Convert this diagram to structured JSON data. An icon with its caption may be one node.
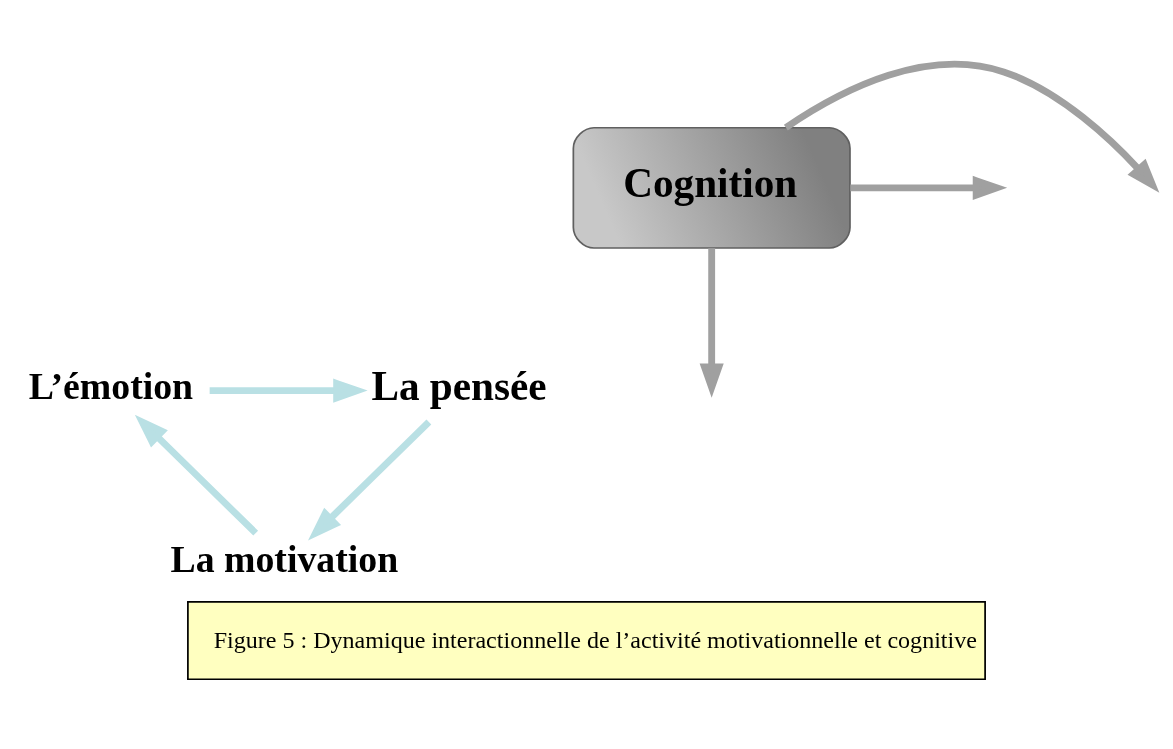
{
  "diagram": {
    "caption": "Figure 5 : Dynamique interactionnelle de l’activité motivationnelle et cognitive",
    "nodes": [
      {
        "text": [
          "L’émotion"
        ]
      },
      {
        "text": [
          "La pensée"
        ]
      },
      {
        "text": [
          "Cognition"
        ]
      },
      {
        "text": [
          "La motivation"
        ]
      }
    ],
    "edges": [
      {
        "from": 0,
        "to": 1,
        "arrow": "to",
        "color": "#b9e0e4"
      },
      {
        "from": 1,
        "to": 3,
        "arrow": "to",
        "color": "#b9e0e4"
      },
      {
        "from": 3,
        "to": 0,
        "arrow": "to",
        "color": "#b9e0e4"
      },
      {
        "from": 2,
        "to": null,
        "arrow": "to",
        "color": "#a0a0a0"
      },
      {
        "from": 2,
        "to": null,
        "arrow": "to",
        "color": "#a0a0a0"
      },
      {
        "from": 2,
        "to": null,
        "arrow": "to",
        "color": "#a0a0a0"
      }
    ]
  }
}
